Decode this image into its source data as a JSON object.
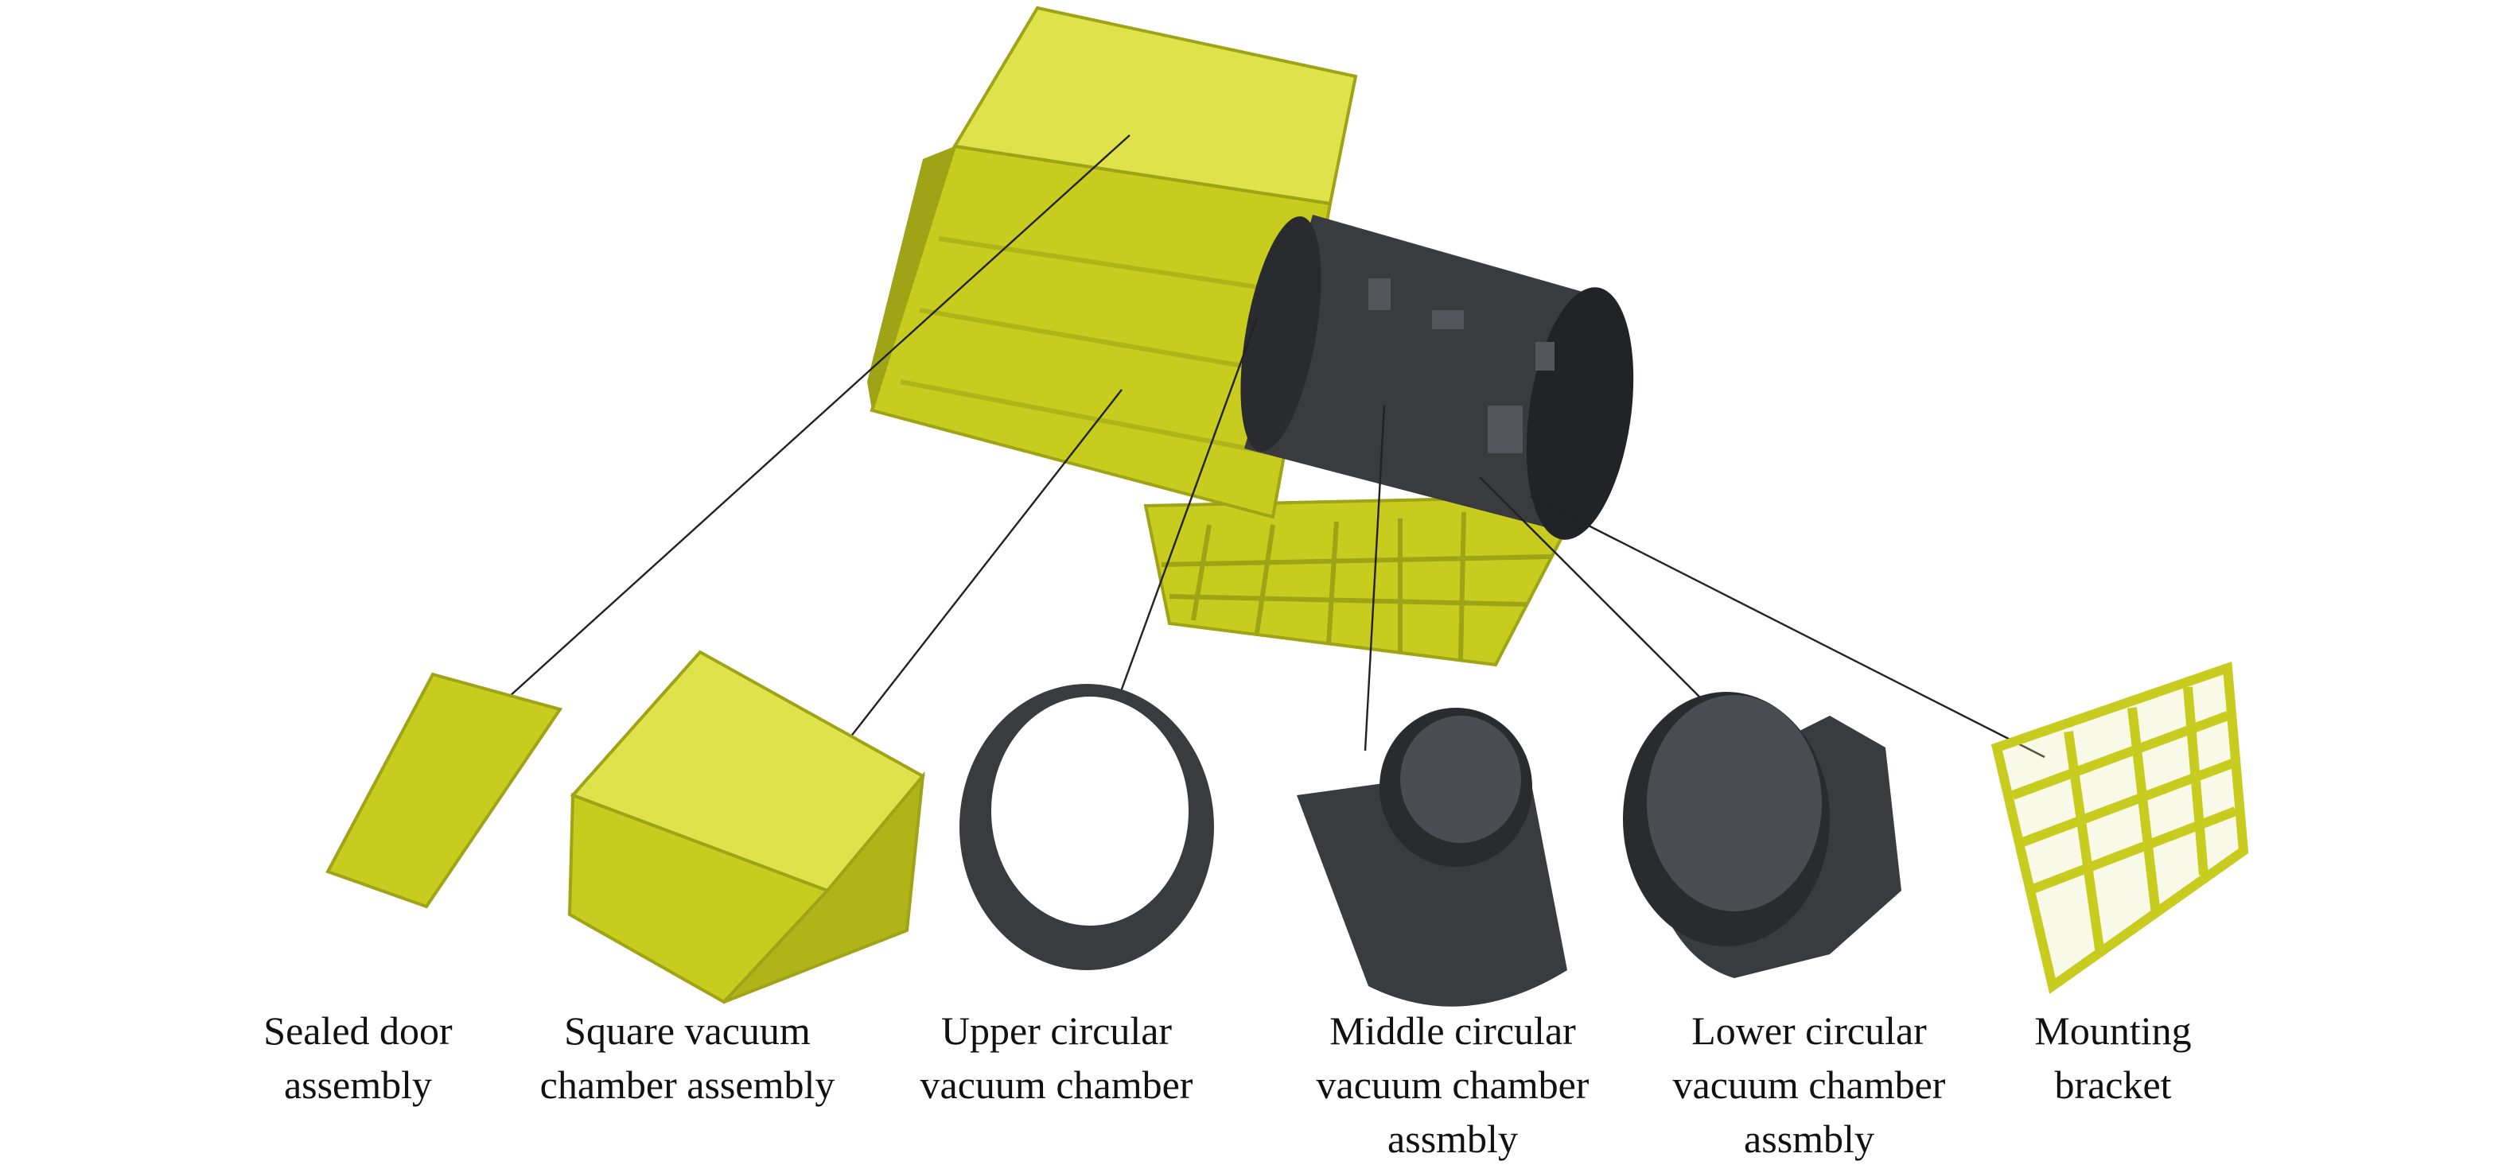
{
  "colors": {
    "yellow": "#c8cc1e",
    "yellow_dark": "#9fa316",
    "yellow_light": "#dfe24a",
    "black": "#3a3b3f",
    "black_dark": "#222327",
    "leader": "#222222"
  },
  "labels": [
    {
      "id": "sealed-door",
      "lines": [
        "Sealed door",
        "assembly"
      ]
    },
    {
      "id": "square-chamber",
      "lines": [
        "Square vacuum",
        "chamber assembly"
      ]
    },
    {
      "id": "upper-circular",
      "lines": [
        "Upper circular",
        "vacuum chamber"
      ]
    },
    {
      "id": "middle-circular",
      "lines": [
        "Middle circular",
        "vacuum chamber",
        "assmbly"
      ]
    },
    {
      "id": "lower-circular",
      "lines": [
        "Lower circular",
        "vacuum chamber",
        "assmbly"
      ]
    },
    {
      "id": "mounting-bracket",
      "lines": [
        "Mounting",
        "bracket"
      ]
    }
  ]
}
